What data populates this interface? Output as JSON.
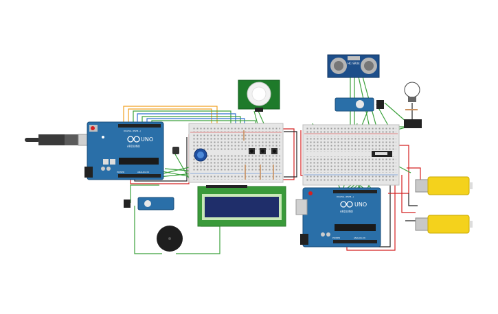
{
  "arduino_left": {
    "logo": "UNO",
    "brand": "ARDUINO",
    "label_power": "POWER",
    "label_analog": "ANALOG IN",
    "label_digital": "DIGITAL (PWM~)"
  },
  "arduino_right": {
    "logo": "UNO",
    "brand": "ARDUINO",
    "label_power": "POWER",
    "label_analog": "ANALOG IN",
    "label_digital": "DIGITAL (PWM~)"
  },
  "ultrasonic": {
    "label": "HC-SR04"
  },
  "colors": {
    "board": "#2a6fa8",
    "breadboard": "#e6e6e6",
    "lcd_frame": "#3a9a3a",
    "lcd_screen": "#1f2e6a",
    "motor_yellow": "#f4d21c",
    "wire_green": "#3aa03a",
    "wire_red": "#d42020",
    "wire_black": "#222222",
    "wire_orange": "#f0a020",
    "wire_blue": "#2f6fd0"
  }
}
